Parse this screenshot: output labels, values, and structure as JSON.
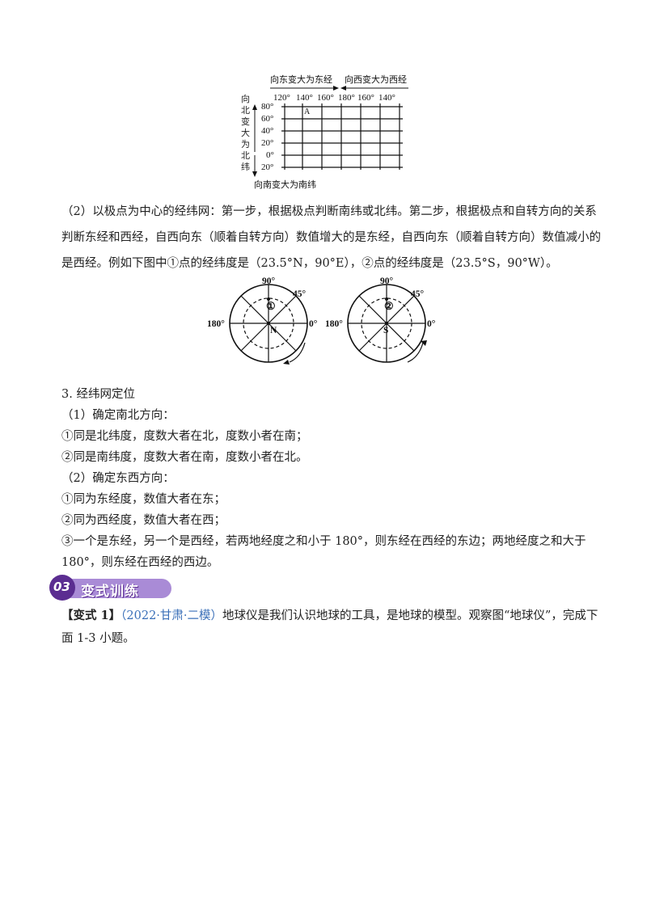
{
  "grid_figure": {
    "top_label_left": "向东变大为东经",
    "top_label_right": "向西变大为西经",
    "bottom_label": "向南变大为南纬",
    "side_label": "向北变大为北纬",
    "top_ticks": [
      "120°",
      "140°",
      "160°",
      "180°",
      "160°",
      "140°"
    ],
    "left_ticks": [
      "80°",
      "60°",
      "40°",
      "20°",
      "0°",
      "20°"
    ],
    "point_label": "A"
  },
  "para_2": {
    "line1": "（2）以极点为中心的经纬网：第一步，根据极点判断南纬或北纬。第二步，根据极点和自转方向的关系",
    "line2": "判断东经和西经，自西向东（顺着自转方向）数值增大的是东经，自西向东（顺着自转方向）数值减小的",
    "line3": "是西经。例如下图中①点的经纬度是（23.5°N，90°E），②点的经纬度是（23.5°S，90°W）。"
  },
  "polar_left": {
    "top": "90°",
    "diag": "45°",
    "left": "180°",
    "right": "0°",
    "pole": "N",
    "marker": "①"
  },
  "polar_right": {
    "top": "90°",
    "diag": "45°",
    "left": "180°",
    "right": "0°",
    "pole": "S",
    "marker": "②"
  },
  "section3": {
    "title": "3. 经纬网定位",
    "sub1": "（1）确定南北方向：",
    "l1": "①同是北纬度，度数大者在北，度数小者在南；",
    "l2": "②同是南纬度，度数大者在南，度数小者在北。",
    "sub2": "（2）确定东西方向：",
    "l3": "①同为东经度，数值大者在东；",
    "l4": "②同为西经度，数值大者在西；",
    "l5a": "③一个是东经，另一个是西经，若两地经度之和小于 180°，则东经在西经的东边；两地经度之和大于",
    "l5b": "180°，则东经在西经的西边。"
  },
  "badge": {
    "number": "03",
    "title": "变式训练"
  },
  "exercise": {
    "tag": "【变式 1】",
    "source": "（2022·甘肃·二模）",
    "text1": "地球仪是我们认识地球的工具，是地球的模型。观察图“地球仪”，完成下",
    "text2": "面 1-3 小题。"
  }
}
